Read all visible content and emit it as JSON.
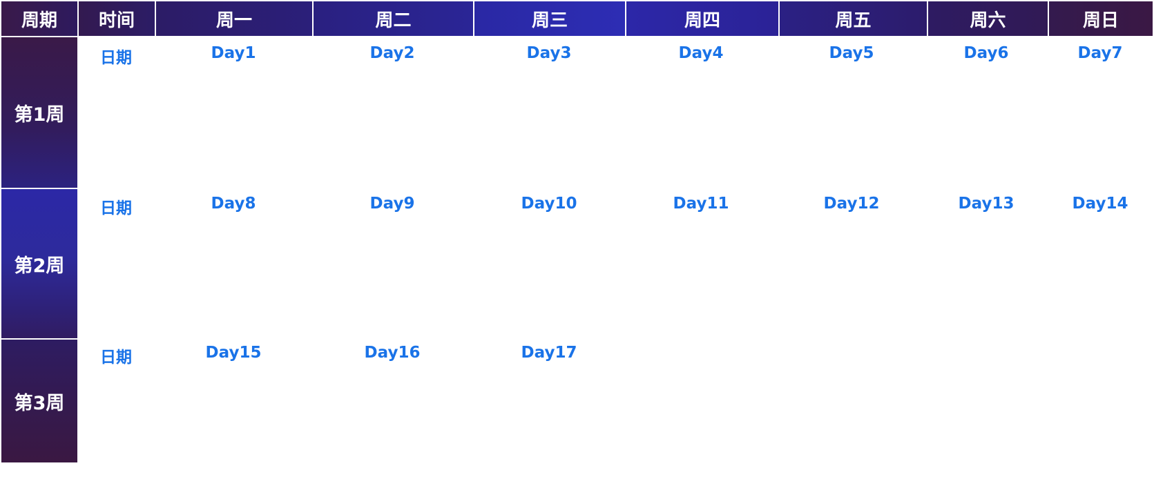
{
  "header": {
    "cells": [
      "周期",
      "时间",
      "周一",
      "周二",
      "周三",
      "周四",
      "周五",
      "周六",
      "周日"
    ]
  },
  "weeks": [
    {
      "label": "第1周",
      "date_label": "日期",
      "days": [
        "Day1",
        "Day2",
        "Day3",
        "Day4",
        "Day5",
        "Day6",
        "Day7"
      ]
    },
    {
      "label": "第2周",
      "date_label": "日期",
      "days": [
        "Day8",
        "Day9",
        "Day10",
        "Day11",
        "Day12",
        "Day13",
        "Day14"
      ]
    },
    {
      "label": "第3周",
      "date_label": "日期",
      "days": [
        "Day15",
        "Day16",
        "Day17"
      ]
    }
  ]
}
